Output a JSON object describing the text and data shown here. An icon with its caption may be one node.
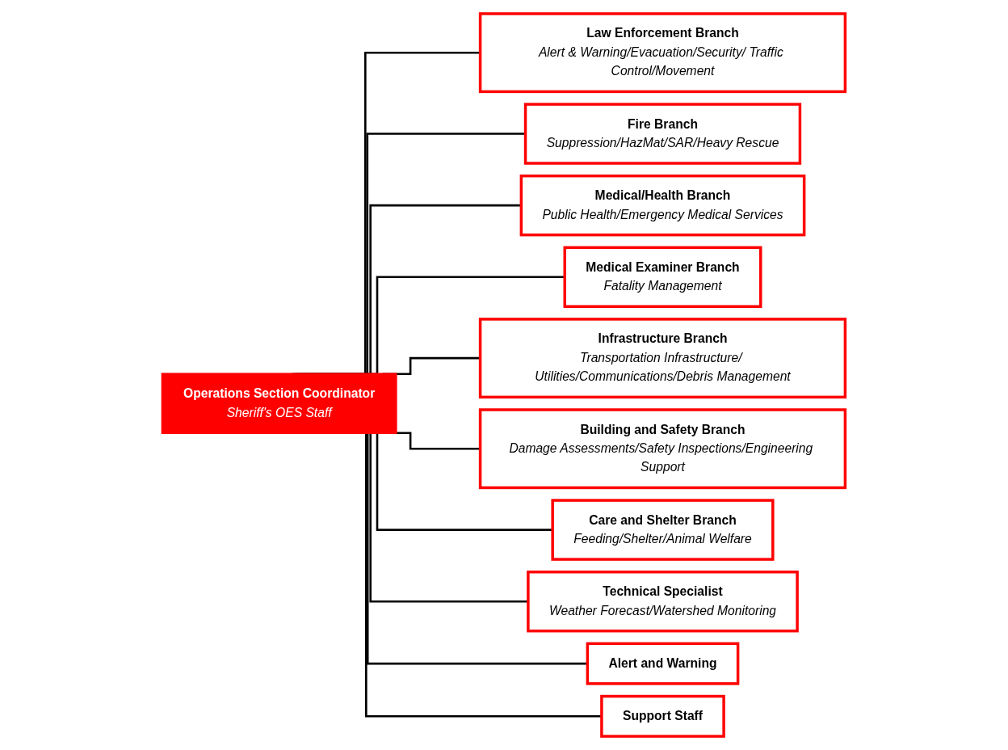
{
  "diagram": {
    "nodes": [
      {
        "text": [
          "Operations Section Coordinator",
          "Sheriff's OES Staff"
        ]
      },
      {
        "text": [
          "Law Enforcement Branch",
          "Alert & Warning/Evacuation/Security/ Traffic Control/Movement"
        ]
      },
      {
        "text": [
          "Fire Branch",
          "Suppression/HazMat/SAR/Heavy Rescue"
        ]
      },
      {
        "text": [
          "Medical/Health Branch",
          "Public Health/Emergency Medical Services"
        ]
      },
      {
        "text": [
          "Medical Examiner Branch",
          "Fatality Management"
        ]
      },
      {
        "text": [
          "Infrastructure Branch",
          "Transportation Infrastructure/ Utilities/Communications/Debris Management"
        ]
      },
      {
        "text": [
          "Building and Safety Branch",
          "Damage Assessments/Safety Inspections/Engineering Support"
        ]
      },
      {
        "text": [
          "Care and Shelter Branch",
          "Feeding/Shelter/Animal Welfare"
        ]
      },
      {
        "text": [
          "Technical Specialist",
          "Weather Forecast/Watershed Monitoring"
        ]
      },
      {
        "text": [
          "Alert and Warning"
        ]
      },
      {
        "text": [
          "Support Staff"
        ]
      }
    ],
    "edges": [
      {
        "from": 0,
        "to": 1,
        "arrow": "none"
      },
      {
        "from": 0,
        "to": 2,
        "arrow": "none"
      },
      {
        "from": 0,
        "to": 3,
        "arrow": "none"
      },
      {
        "from": 0,
        "to": 4,
        "arrow": "none"
      },
      {
        "from": 0,
        "to": 5,
        "arrow": "none"
      },
      {
        "from": 0,
        "to": 6,
        "arrow": "none"
      },
      {
        "from": 0,
        "to": 7,
        "arrow": "none"
      },
      {
        "from": 0,
        "to": 8,
        "arrow": "none"
      },
      {
        "from": 0,
        "to": 9,
        "arrow": "none"
      },
      {
        "from": 0,
        "to": 10,
        "arrow": "none"
      }
    ]
  }
}
